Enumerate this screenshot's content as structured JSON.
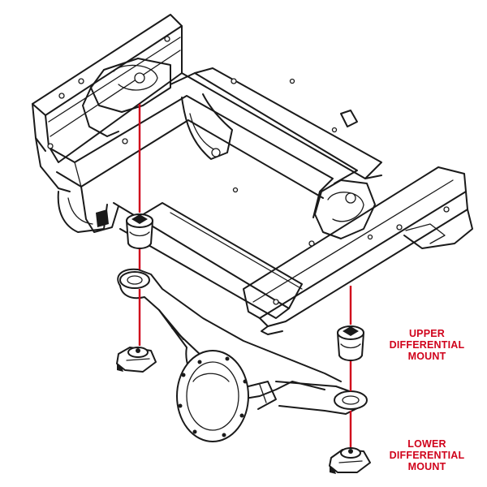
{
  "labels": {
    "upper": [
      "UPPER",
      "DIFFERENTIAL",
      "MOUNT"
    ],
    "lower": [
      "LOWER",
      "DIFFERENTIAL",
      "MOUNT"
    ]
  },
  "colors": {
    "accent": "#d0021b",
    "line_art": "#1a1a1a",
    "background": "#ffffff"
  }
}
